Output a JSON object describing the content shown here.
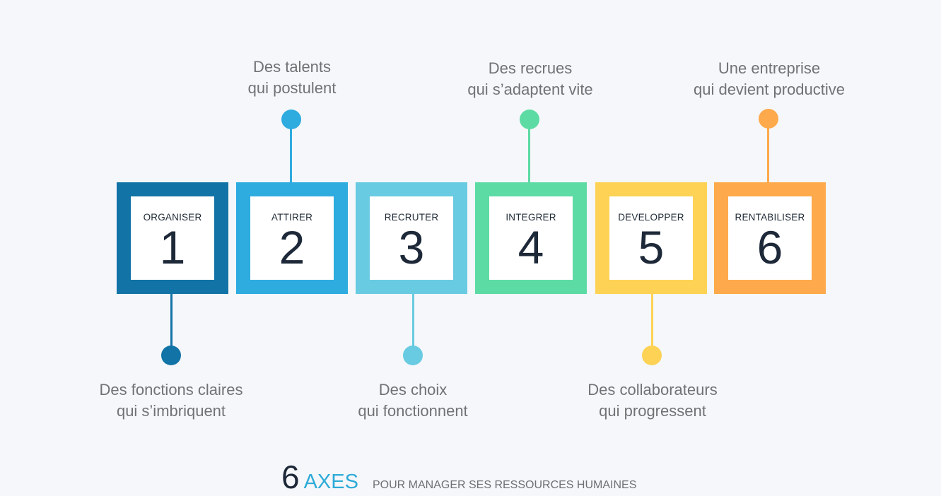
{
  "steps": [
    {
      "number": "1",
      "label": "ORGANISER",
      "color": "#1273a6",
      "caption_line1": "Des fonctions claires",
      "caption_line2": "qui s’imbriquent",
      "caption_position": "below"
    },
    {
      "number": "2",
      "label": "ATTIRER",
      "color": "#2eabdf",
      "caption_line1": "Des talents",
      "caption_line2": "qui postulent",
      "caption_position": "above"
    },
    {
      "number": "3",
      "label": "RECRUTER",
      "color": "#68cbe2",
      "caption_line1": "Des choix",
      "caption_line2": "qui fonctionnent",
      "caption_position": "below"
    },
    {
      "number": "4",
      "label": "INTEGRER",
      "color": "#5ddba4",
      "caption_line1": "Des recrues",
      "caption_line2": "qui s’adaptent vite",
      "caption_position": "above"
    },
    {
      "number": "5",
      "label": "DEVELOPPER",
      "color": "#fdd255",
      "caption_line1": "Des collaborateurs",
      "caption_line2": "qui progressent",
      "caption_position": "below"
    },
    {
      "number": "6",
      "label": "RENTABILISER",
      "color": "#fea94b",
      "caption_line1": "Une entreprise",
      "caption_line2": "qui devient productive",
      "caption_position": "above"
    }
  ],
  "footer": {
    "number": "6",
    "axes": "AXES",
    "subtitle": "POUR MANAGER SES RESSOURCES HUMAINES"
  }
}
